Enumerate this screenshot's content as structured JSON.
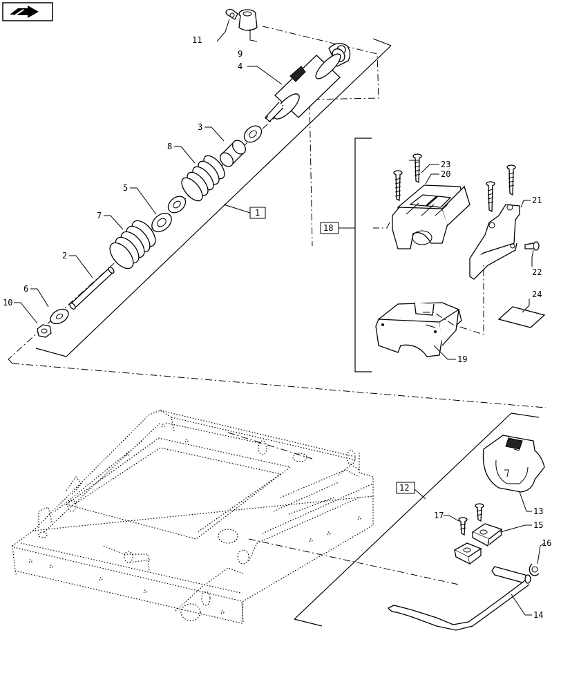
{
  "callouts": [
    {
      "id": "c1",
      "text": "1"
    },
    {
      "id": "c2",
      "text": "2"
    },
    {
      "id": "c3",
      "text": "3"
    },
    {
      "id": "c4",
      "text": "4"
    },
    {
      "id": "c5",
      "text": "5"
    },
    {
      "id": "c6",
      "text": "6"
    },
    {
      "id": "c7",
      "text": "7"
    },
    {
      "id": "c8",
      "text": "8"
    },
    {
      "id": "c9",
      "text": "9"
    },
    {
      "id": "c10",
      "text": "10"
    },
    {
      "id": "c11",
      "text": "11"
    },
    {
      "id": "c12",
      "text": "12"
    },
    {
      "id": "c13",
      "text": "13"
    },
    {
      "id": "c14",
      "text": "14"
    },
    {
      "id": "c15",
      "text": "15"
    },
    {
      "id": "c16",
      "text": "16"
    },
    {
      "id": "c17",
      "text": "17"
    },
    {
      "id": "c18",
      "text": "18"
    },
    {
      "id": "c19",
      "text": "19"
    },
    {
      "id": "c20",
      "text": "20"
    },
    {
      "id": "c21",
      "text": "21"
    },
    {
      "id": "c22",
      "text": "22"
    },
    {
      "id": "c23",
      "text": "23"
    },
    {
      "id": "c24",
      "text": "24"
    }
  ],
  "nav_icon": "next-page-arrow-icon"
}
